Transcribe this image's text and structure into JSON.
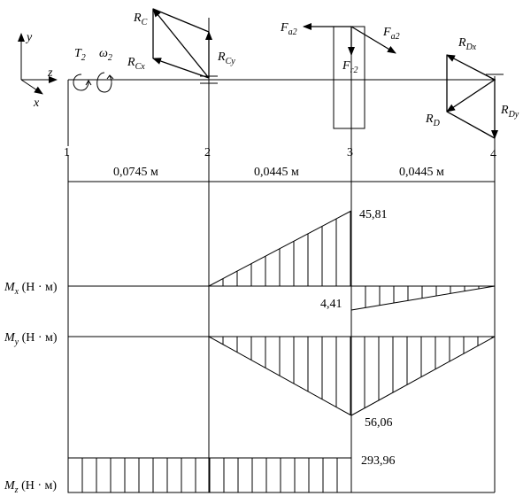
{
  "axes": {
    "y_label": "y",
    "z_label": "z",
    "x_label": "x",
    "torque_label": "T",
    "torque_sub": "2",
    "omega_label": "ω",
    "omega_sub": "2"
  },
  "forces": {
    "rc": {
      "main": "R",
      "sub": "C"
    },
    "rcx": {
      "main": "R",
      "sub": "Cx"
    },
    "rcy": {
      "main": "R",
      "sub": "Cy"
    },
    "fa2_left": {
      "main": "F",
      "sub": "a2"
    },
    "fa2_right": {
      "main": "F",
      "sub": "a2"
    },
    "fr2": {
      "main": "F",
      "sub": "r2"
    },
    "rdx": {
      "main": "R",
      "sub": "Dx"
    },
    "rd": {
      "main": "R",
      "sub": "D"
    },
    "rdy": {
      "main": "R",
      "sub": "Dy"
    }
  },
  "sections": [
    "1",
    "2",
    "3",
    "4"
  ],
  "spans": [
    "0,0745 м",
    "0,0445 м",
    "0,0445 м"
  ],
  "diagrams": {
    "mx": {
      "main": "M",
      "sub": "x",
      "unit": " (Н · м)"
    },
    "my": {
      "main": "M",
      "sub": "y",
      "unit": " (Н · м)"
    },
    "mz": {
      "main": "M",
      "sub": "z",
      "unit": " (Н · м)"
    }
  },
  "values": {
    "mx_pos": "45,81",
    "mx_neg": "4,41",
    "my_max": "56,06",
    "mz": "293,96"
  },
  "chart_data": [
    {
      "type": "area",
      "name": "Mx",
      "x": [
        0,
        0.0745,
        0.119,
        0.1635
      ],
      "values": [
        0,
        0,
        45.81,
        0
      ],
      "jump_at_3_to": -4.41,
      "unit": "Н · м"
    },
    {
      "type": "area",
      "name": "My",
      "x": [
        0,
        0.0745,
        0.119,
        0.1635
      ],
      "values": [
        0,
        0,
        56.06,
        0
      ],
      "unit": "Н · м"
    },
    {
      "type": "area",
      "name": "Mz",
      "x": [
        0,
        0.119
      ],
      "values": [
        293.96,
        293.96
      ],
      "unit": "Н · м"
    }
  ]
}
